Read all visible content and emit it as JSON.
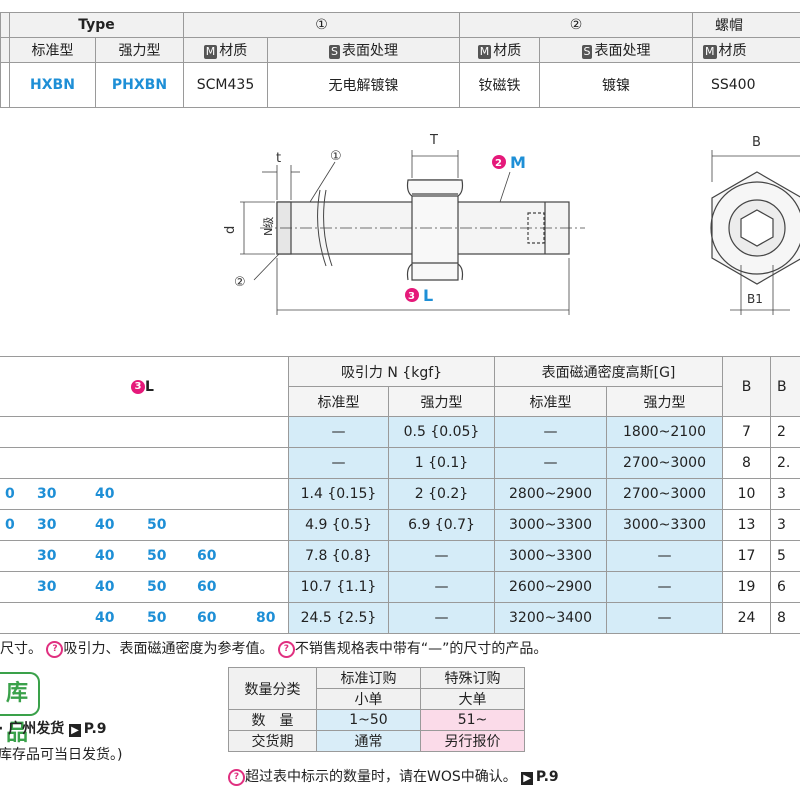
{
  "top_table": {
    "group_headers": [
      "Type",
      "①",
      "②",
      "螺帽"
    ],
    "sub_headers": {
      "standard": "标准型",
      "strong": "强力型",
      "m_badge": "M",
      "s_badge": "S",
      "material": "材质",
      "surface": "表面处理"
    },
    "row": [
      "HXBN",
      "PHXBN",
      "SCM435",
      "无电解镀镍",
      "钕磁铁",
      "镀镍",
      "SS400"
    ]
  },
  "diagram": {
    "label_t": "t",
    "label_T": "T",
    "label_1": "①",
    "label_2": "②",
    "label_d": "d",
    "label_n": "N级",
    "label_M_num": "2",
    "label_M": "M",
    "label_L_num": "3",
    "label_L": "L",
    "label_B": "B",
    "label_B1": "B1"
  },
  "main_table": {
    "l_num": "3",
    "l_header": "L",
    "suction": "吸引力 N {kgf}",
    "flux": "表面磁通密度高斯[G]",
    "col_B": "B",
    "col_B_cut": "B",
    "standard": "标准型",
    "strong": "强力型",
    "rows": [
      {
        "L": [],
        "s1": "—",
        "s2": "0.5 {0.05}",
        "f1": "—",
        "f2": "1800~2100",
        "B": "7",
        "B1": "2"
      },
      {
        "L": [],
        "s1": "—",
        "s2": "1 {0.1}",
        "f1": "—",
        "f2": "2700~3000",
        "B": "8",
        "B1": "2."
      },
      {
        "L": [
          "0",
          "30",
          "40"
        ],
        "s1": "1.4 {0.15}",
        "s2": "2 {0.2}",
        "f1": "2800~2900",
        "f2": "2700~3000",
        "B": "10",
        "B1": "3"
      },
      {
        "L": [
          "0",
          "30",
          "40",
          "50"
        ],
        "s1": "4.9 {0.5}",
        "s2": "6.9 {0.7}",
        "f1": "3000~3300",
        "f2": "3000~3300",
        "B": "13",
        "B1": "3"
      },
      {
        "L": [
          "30",
          "40",
          "50",
          "60"
        ],
        "s1": "7.8 {0.8}",
        "s2": "—",
        "f1": "3000~3300",
        "f2": "—",
        "B": "17",
        "B1": "5"
      },
      {
        "L": [
          "30",
          "40",
          "50",
          "60"
        ],
        "s1": "10.7 {1.1}",
        "s2": "—",
        "f1": "2600~2900",
        "f2": "—",
        "B": "19",
        "B1": "6"
      },
      {
        "L": [
          "40",
          "50",
          "60",
          "80"
        ],
        "s1": "24.5 {2.5}",
        "s2": "—",
        "f1": "3200~3400",
        "f2": "—",
        "B": "24",
        "B1": "8"
      }
    ]
  },
  "notes": {
    "n1": "尺寸。",
    "n2": "吸引力、表面磁通密度为参考值。",
    "n3": "不销售规格表中带有“—”的尺寸的产品。",
    "pin": "?"
  },
  "stock": {
    "badge": "库品",
    "ship": "· 广州发货",
    "page": "P.9",
    "same_day": "库存品可当日发货。)"
  },
  "qty_table": {
    "category": "数量分类",
    "std_order": "标准订购",
    "special_order": "特殊订购",
    "small": "小单",
    "large": "大单",
    "qty": "数　量",
    "qty_small": "1~50",
    "qty_large": "51~",
    "delivery": "交货期",
    "delivery_small": "通常",
    "delivery_large": "另行报价"
  },
  "footer_note": {
    "text": "超过表中标示的数量时，请在WOS中确认。",
    "page": "P.9"
  }
}
